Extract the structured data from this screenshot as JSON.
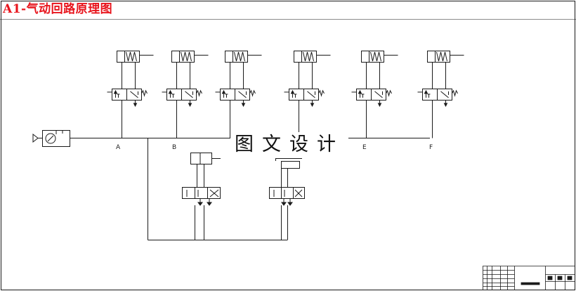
{
  "title": "A1-气动回路原理图",
  "watermark": "图文设计",
  "branch_labels": {
    "a": "A",
    "b": "B",
    "e": "E",
    "f": "F"
  },
  "colors": {
    "title": "#e8141c",
    "line": "#1a1a1a"
  }
}
